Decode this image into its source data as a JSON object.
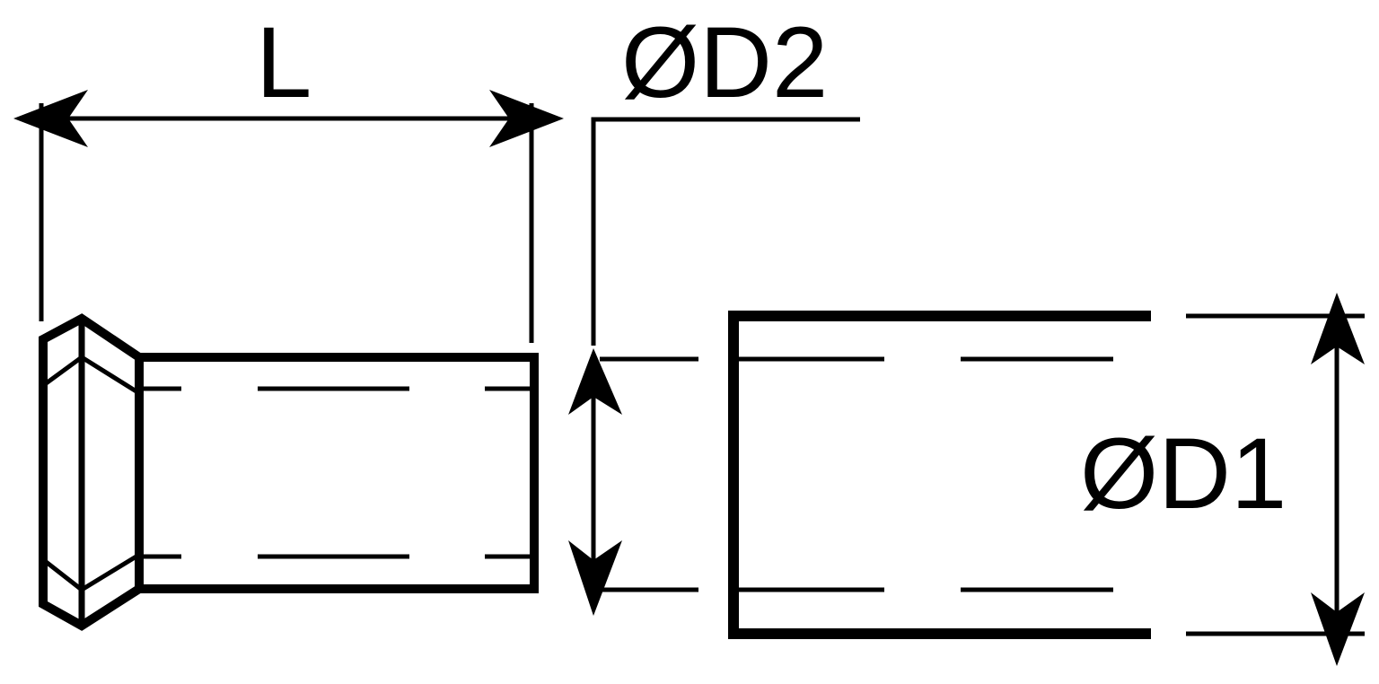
{
  "labels": {
    "length": "L",
    "inner_diameter": "ØD2",
    "outer_diameter": "ØD1"
  },
  "colors": {
    "stroke": "#000000",
    "background": "#ffffff"
  }
}
